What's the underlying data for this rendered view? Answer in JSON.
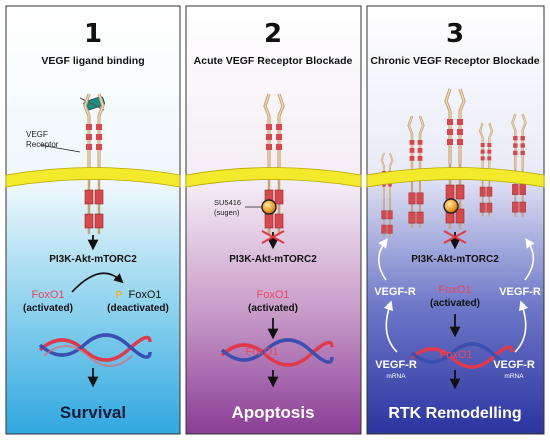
{
  "panels": [
    {
      "number": "1",
      "title": "VEGF ligand binding",
      "receptor_label": "VEGF\nReceptor",
      "pathway": "PI3K-Akt-mTORC2",
      "fox_active": "FoxO1",
      "fox_active_state": "(activated)",
      "phospho": "P",
      "fox_inactive": "FoxO1",
      "fox_inactive_state": "(deactivated)",
      "outcome": "Survival"
    },
    {
      "number": "2",
      "title": "Acute VEGF Receptor Blockade",
      "drug_label": "SU5416\n(sugen)",
      "pathway": "PI3K-Akt-mTORC2",
      "fox_active": "FoxO1",
      "fox_active_state": "(activated)",
      "dna_fox": "FoxO1",
      "outcome": "Apoptosis"
    },
    {
      "number": "3",
      "title": "Chronic VEGF Receptor Blockade",
      "pathway": "PI3K-Akt-mTORC2",
      "fox_active": "FoxO1",
      "fox_active_state": "(activated)",
      "vegfr_left": "VEGF-R",
      "vegfr_right": "VEGF-R",
      "mrna_left": "VEGF-R",
      "mrna_left_sub": "mRNA",
      "mrna_right": "VEGF-R",
      "mrna_right_sub": "mRNA",
      "dna_fox": "FoxO1",
      "outcome": "RTK Remodelling"
    }
  ],
  "colors": {
    "foxo_red": "#e8485c",
    "membrane": "#f2ea2a",
    "receptor_red": "#d9474a",
    "receptor_tan": "#d9b98a",
    "dna_red": "#e03a4a",
    "dna_blue": "#3b4fb0"
  }
}
